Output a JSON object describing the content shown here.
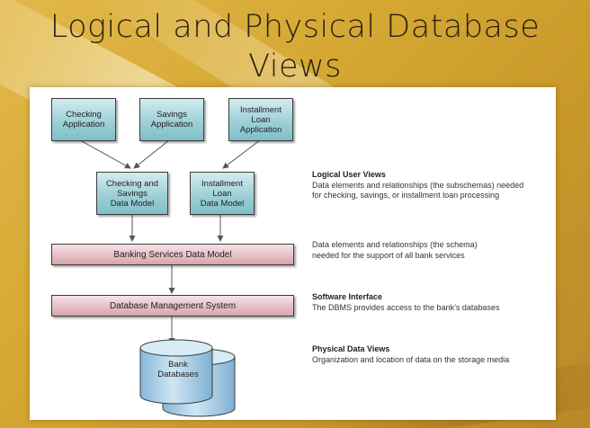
{
  "slide": {
    "title_line1": "Logical and Physical Database",
    "title_line2": "Views"
  },
  "diagram": {
    "applications": [
      {
        "label": "Checking\nApplication"
      },
      {
        "label": "Savings\nApplication"
      },
      {
        "label": "Installment\nLoan\nApplication"
      }
    ],
    "data_models": [
      {
        "label": "Checking and\nSavings\nData Model"
      },
      {
        "label": "Installment\nLoan\nData Model"
      }
    ],
    "banking_model": "Banking Services Data Model",
    "dbms": "Database Management System",
    "database": "Bank\nDatabases",
    "colors": {
      "app_box": "#9fd0d6",
      "bar": "#e6bcc3",
      "database": "#9fc9e6"
    }
  },
  "descriptions": {
    "logical": {
      "heading": "Logical User Views",
      "text": "Data elements and relationships (the subschemas) needed\nfor checking, savings, or installment loan processing"
    },
    "schema": {
      "text": "Data elements and relationships (the schema)\nneeded for the support of all bank services"
    },
    "software": {
      "heading": "Software Interface",
      "text": "The DBMS provides access to the bank’s databases"
    },
    "physical": {
      "heading": "Physical Data Views",
      "text": "Organization and location of data on the storage media"
    }
  }
}
